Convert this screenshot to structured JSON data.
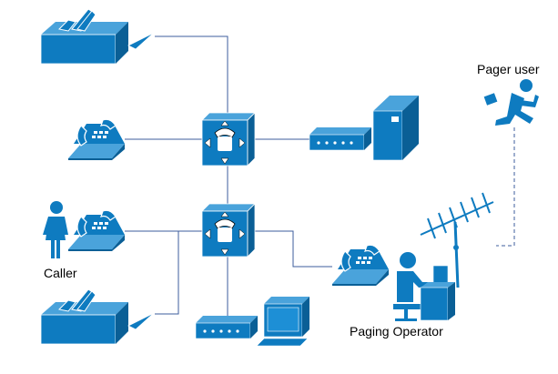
{
  "labels": {
    "caller": "Caller",
    "paging_operator": "Paging Operator",
    "pager_user": "Pager user"
  },
  "colors": {
    "device_blue": "#0e7bc0",
    "device_dark": "#0a5f96",
    "connector_line": "#3c5e9c"
  },
  "icons": [
    "fax-icon",
    "telephone-icon",
    "pbx-switch-icon",
    "modem-icon",
    "server-icon",
    "person-icon",
    "computer-icon",
    "operator-icon",
    "antenna-icon",
    "running-pager-user-icon"
  ]
}
